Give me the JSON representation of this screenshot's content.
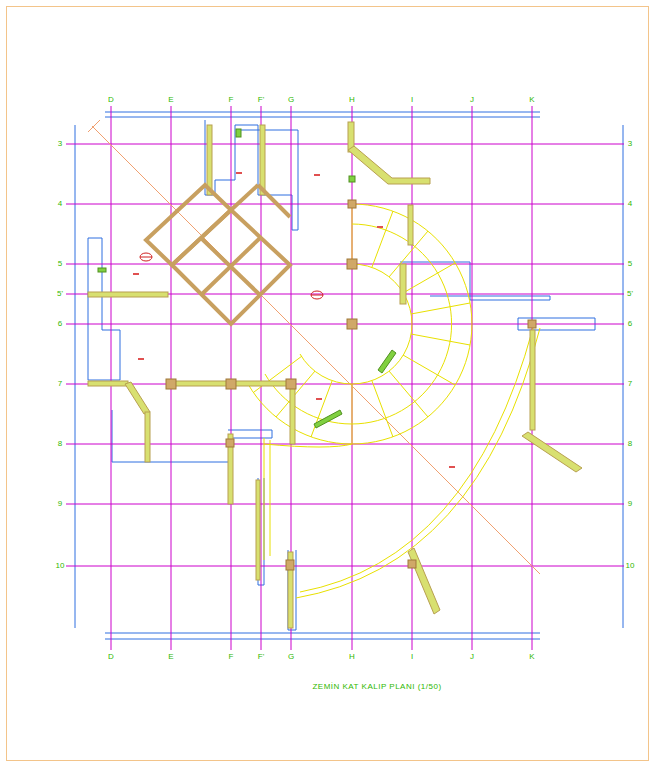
{
  "diagram": {
    "caption": "ZEMİN KAT KALIP PLANI (1/50)",
    "labels": [
      "D",
      "E",
      "F",
      "F'",
      "G",
      "H",
      "I",
      "J",
      "K",
      "D",
      "E",
      "F",
      "F'",
      "G",
      "H",
      "I",
      "J",
      "K",
      "3",
      "4",
      "5",
      "5'",
      "6",
      "7",
      "8",
      "9",
      "10",
      "3",
      "4",
      "5",
      "5'",
      "6",
      "7",
      "8",
      "9",
      "10"
    ]
  }
}
